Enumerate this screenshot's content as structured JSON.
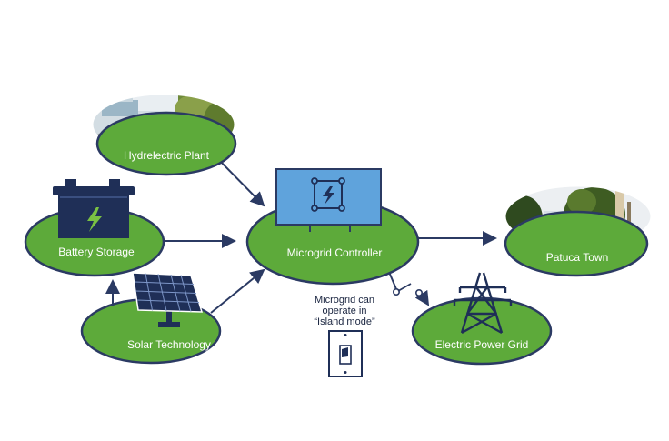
{
  "nodes": {
    "hydro": {
      "label": "Hydrelectric Plant"
    },
    "battery": {
      "label": "Battery Storage"
    },
    "solar": {
      "label": "Solar Technology"
    },
    "controller": {
      "label": "Microgrid Controller"
    },
    "town": {
      "label": "Patuca Town"
    },
    "grid": {
      "label": "Electric Power Grid"
    }
  },
  "note": {
    "line1": "Microgrid can",
    "line2": "operate in",
    "line3": "“Island mode”"
  },
  "colors": {
    "node_fill": "#5daa3a",
    "node_stroke": "#2b3a63",
    "arrow": "#2b3a63",
    "controller_box": "#5fa3dc",
    "battery_body": "#1f2f57",
    "lightning": "#7ac143"
  }
}
